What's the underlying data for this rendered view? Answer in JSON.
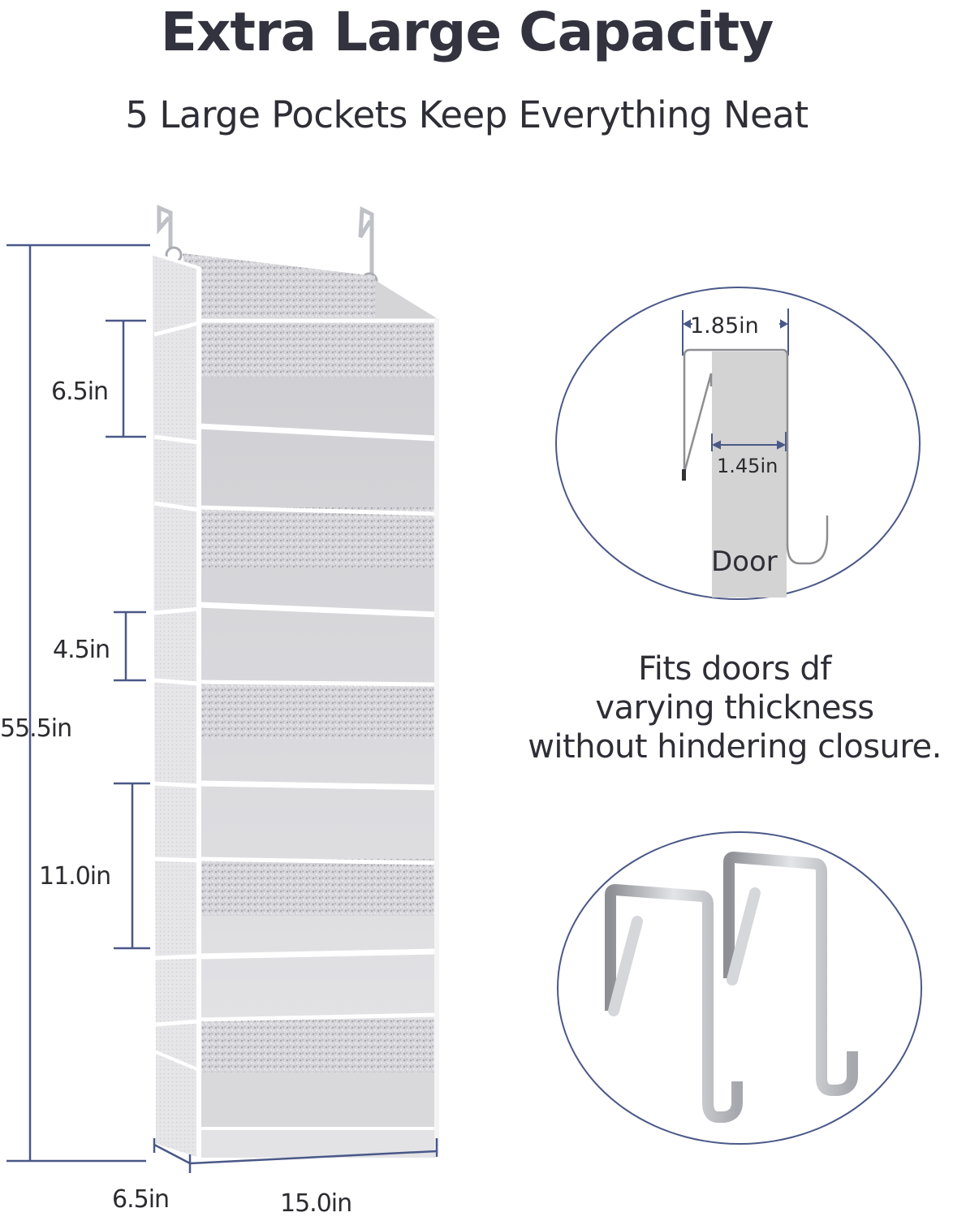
{
  "header": {
    "title": "Extra Large Capacity",
    "subtitle": "5 Large Pockets Keep Everything Neat"
  },
  "product": {
    "name": "over-the-door hanging organizer",
    "pockets": 5,
    "dimensions": {
      "total_height": "55.5in",
      "pocket_depth_top": "6.5in",
      "pocket_gap": "4.5in",
      "pocket_height_large": "11.0in",
      "depth": "6.5in",
      "width": "15.0in"
    }
  },
  "hook_diagram": {
    "outer_width": "1.85in",
    "inner_width": "1.45in",
    "door_label": "Door"
  },
  "feature_text": {
    "line1": "Fits doors df",
    "line2": "varying thickness",
    "line3": "without hindering closure."
  },
  "colors": {
    "dimension_line": "#4a5888",
    "text_dark": "#33333f",
    "door_gray": "#d3d3d3",
    "fabric_light": "#e4e4e6",
    "fabric_mid": "#c9c9cd"
  }
}
